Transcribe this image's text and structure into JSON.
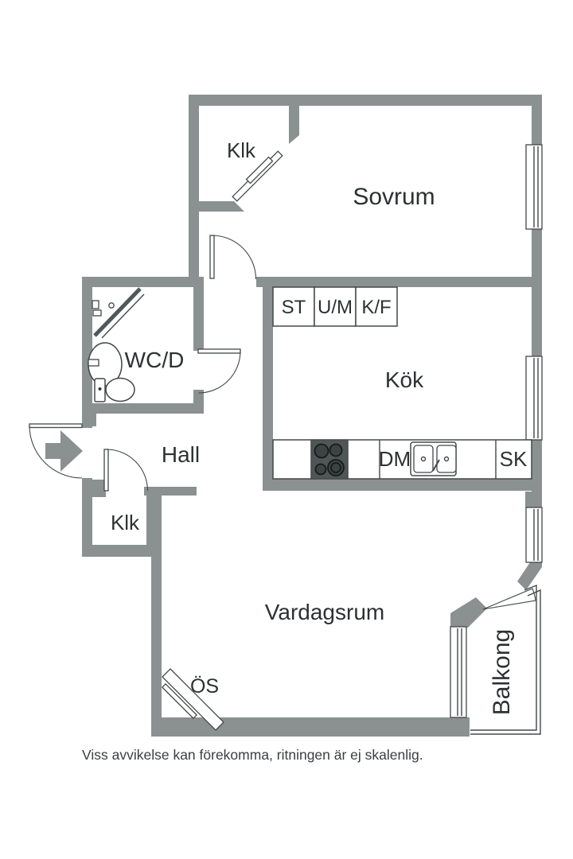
{
  "floor_plan": {
    "rooms": {
      "closet_top": "Klk",
      "bedroom": "Sovrum",
      "bathroom": "WC/D",
      "kitchen": "Kök",
      "hall": "Hall",
      "closet_hall": "Klk",
      "living_room": "Vardagsrum",
      "balcony": "Balkong",
      "fireplace": "ÖS"
    },
    "fixtures": {
      "cleaning_cabinet": "ST",
      "oven_microwave": "U/M",
      "fridge_freezer": "K/F",
      "dishwasher": "DM",
      "cabinet": "SK"
    },
    "disclaimer": "Viss avvikelse kan förekomma, ritningen är ej skalenlig.",
    "colors": {
      "wall": "#8b9191",
      "line": "#434848",
      "text": "#2d3132",
      "stove": "#505555",
      "background": "#ffffff"
    }
  }
}
